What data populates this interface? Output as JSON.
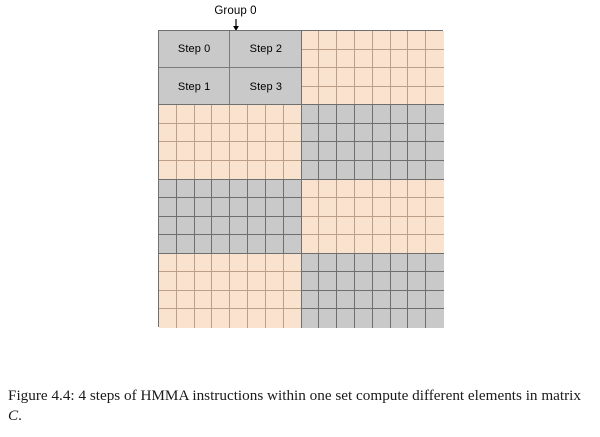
{
  "figure": {
    "annotation": {
      "group_label": "Group 0",
      "arrow_icon": "down-arrow-icon"
    },
    "matrix": {
      "rows": 16,
      "cols": 16,
      "row_bands": 4,
      "col_halves": 2,
      "rows_per_band": 4,
      "cols_per_half": 8,
      "colors": {
        "gray": "#c9c9c9",
        "peach": "#fae3ce",
        "border": "#6f6f6f",
        "gridline_gray": "rgba(85,85,85,0.78)",
        "gridline_peach": "rgba(150,118,92,0.62)"
      },
      "band_pattern": [
        [
          "gray",
          "peach"
        ],
        [
          "peach",
          "gray"
        ],
        [
          "gray",
          "peach"
        ],
        [
          "peach",
          "gray"
        ]
      ],
      "steps": {
        "labels": [
          "Step 0",
          "Step 2",
          "Step 1",
          "Step 3"
        ],
        "step0": "Step 0",
        "step1": "Step 1",
        "step2": "Step 2",
        "step3": "Step 3"
      }
    }
  },
  "caption": {
    "prefix": "Figure 4.4:",
    "text_before_italic": " 4 steps of HMMA instructions within one set compute different elements in matrix ",
    "italic_symbol": "C",
    "suffix": ".",
    "full": "Figure 4.4: 4 steps of HMMA instructions within one set compute different elements in matrix C."
  }
}
